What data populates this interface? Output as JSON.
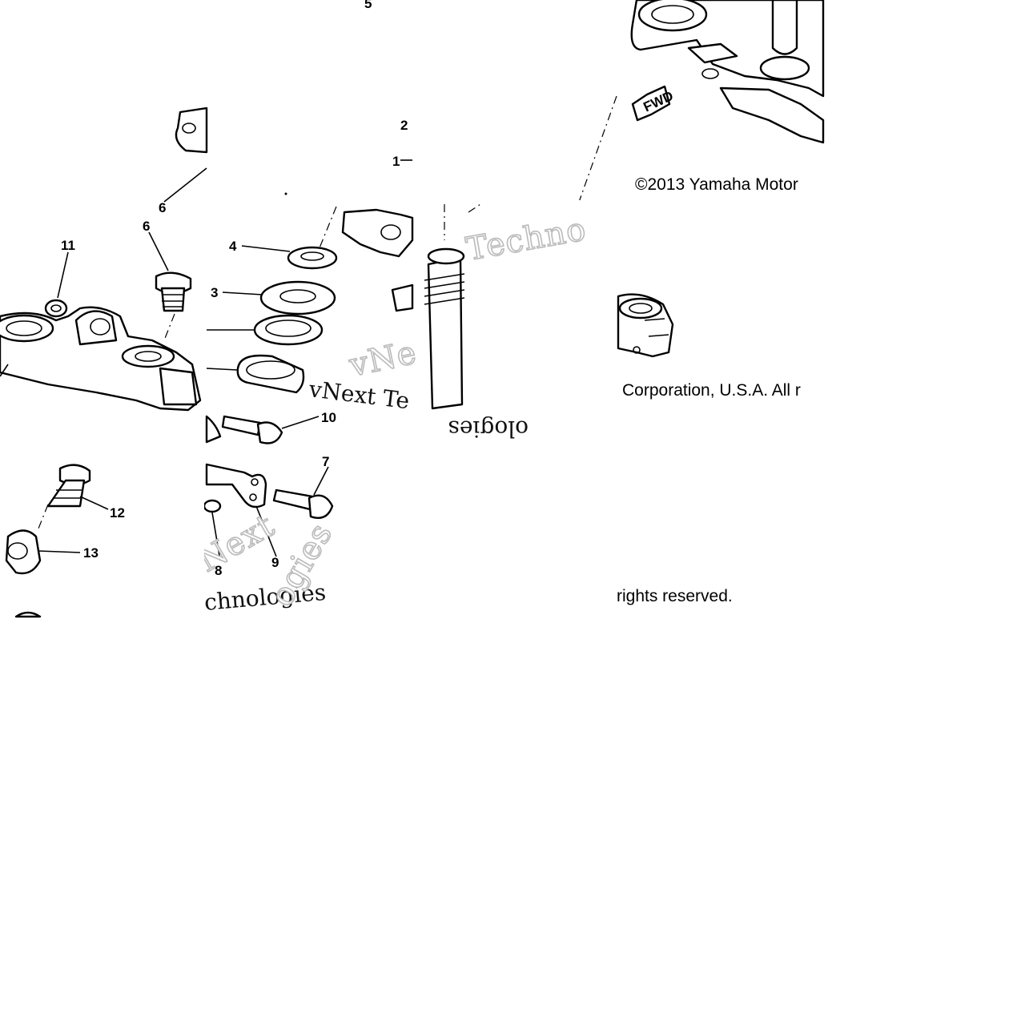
{
  "callouts": [
    "5",
    "2",
    "1",
    "6",
    "6",
    "11",
    "4",
    "3",
    "10",
    "7",
    "12",
    "13",
    "9",
    "8"
  ],
  "fwd_badge": "FWD",
  "copyright": {
    "line1": "©2013 Yamaha Motor",
    "line2": "Corporation, U.S.A. All r",
    "line3": "rights reserved."
  },
  "watermark": {
    "frag1": "Techno",
    "frag2": "vNext Te",
    "frag3": "ologies",
    "frag4": "Next",
    "frag5": "chnologies",
    "frag6": "ogies",
    "frag7": "vNe"
  }
}
